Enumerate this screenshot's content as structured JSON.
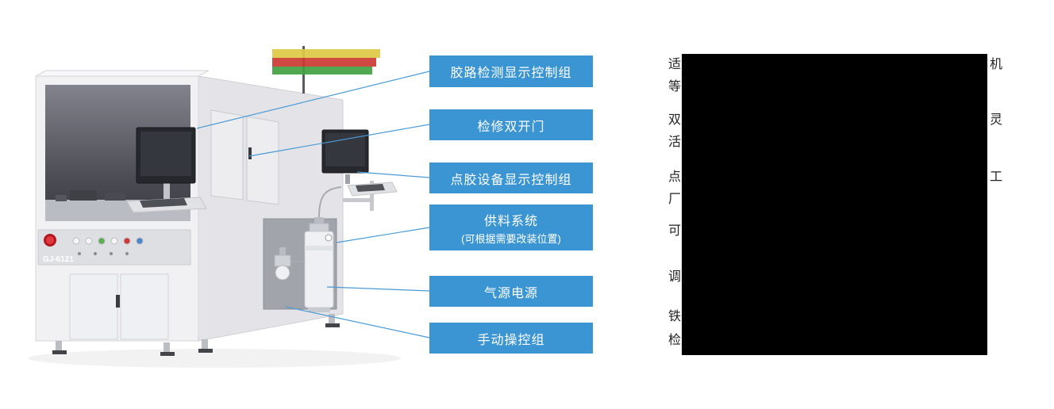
{
  "colors": {
    "label_blue": "#3b95d2",
    "callout_blue": "#4a9bd5",
    "redaction_black": "#000000",
    "machine_body": "#f1f1f4",
    "machine_side": "#e4e4e8",
    "opening_dark": "#4b4b53",
    "signal_yellow": "#ddca45",
    "signal_red": "#cc3a33",
    "signal_green": "#43a143",
    "emergency_red": "#cf2127"
  },
  "machine": {
    "model_label": "GJ-6121"
  },
  "labels": [
    {
      "text": "胶路检测显示控制组"
    },
    {
      "text": "检修双开门"
    },
    {
      "text": "点胶设备显示控制组"
    },
    {
      "text": "供料系统",
      "subtext": "(可根据需要改装位置)"
    },
    {
      "text": "气源电源"
    },
    {
      "text": "手动操控组"
    }
  ],
  "description": {
    "paragraphs": [
      {
        "lines": [
          {
            "left": "适",
            "right": "机"
          },
          {
            "left": "等"
          }
        ]
      },
      {
        "lines": [
          {
            "left": "双",
            "right": "灵"
          },
          {
            "left": "活"
          }
        ]
      },
      {
        "lines": [
          {
            "left": "点",
            "right": "工"
          },
          {
            "left": "厂"
          }
        ]
      },
      {
        "lines": [
          {
            "left": "可"
          }
        ]
      },
      {
        "lines": [
          {
            "left": "调"
          }
        ]
      },
      {
        "lines": [
          {
            "left": "铁"
          },
          {
            "left": "检"
          }
        ]
      }
    ]
  }
}
